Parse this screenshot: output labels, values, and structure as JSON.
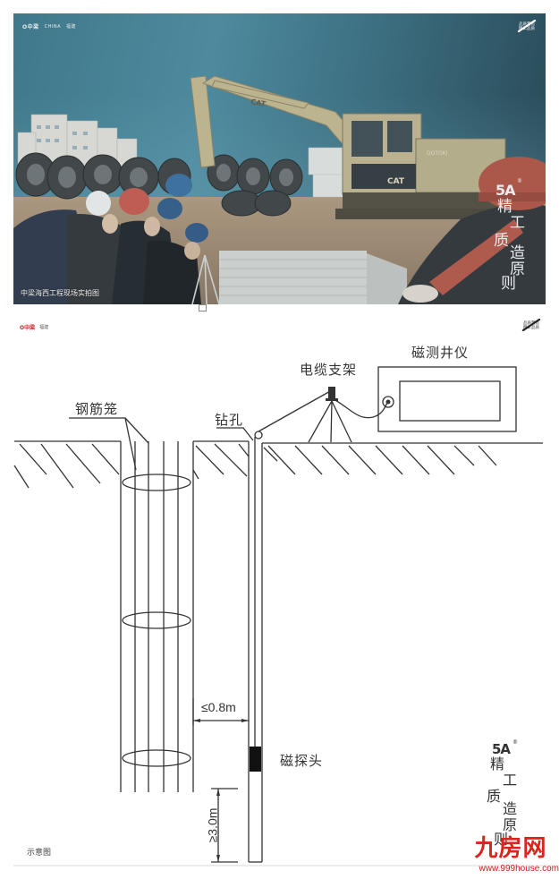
{
  "photo_panel": {
    "brand_left": {
      "logo_text": "O中梁",
      "sub_text": "CHINA",
      "mark": "福建"
    },
    "brand_right": {
      "line1": "品质营造",
      "line2": "精工品质"
    },
    "caption": "中梁海西工程现场实拍图",
    "slogan": {
      "badge": "5A",
      "superscript": "®",
      "chars": [
        "精",
        "工",
        "质",
        "造",
        "原",
        "则"
      ]
    },
    "scene_labels": {
      "excavator_brand": "CAT",
      "excavator_model": "DOTOKI"
    }
  },
  "diagram_panel": {
    "brand_left": {
      "logo_text": "O中梁",
      "mark": "福建"
    },
    "brand_right": {
      "line1": "品质营造",
      "line2": "精工品质"
    },
    "labels": {
      "rebar_cage": "钢筋笼",
      "drill_hole": "钻孔",
      "cable_stand": "电缆支架",
      "magnetic_logger": "磁测井仪",
      "magnetic_probe": "磁探头",
      "max_distance": "≤0.8m",
      "min_depth": "≥3.0m"
    },
    "caption": "示意图",
    "slogan": {
      "badge": "5A",
      "superscript": "®",
      "chars": [
        "精",
        "工",
        "质",
        "造",
        "原",
        "则"
      ]
    },
    "colors": {
      "line": "#333333",
      "probe": "#111111"
    }
  },
  "watermark": {
    "title": "九房网",
    "url": "www.999house.com",
    "color": "#d8261f"
  }
}
